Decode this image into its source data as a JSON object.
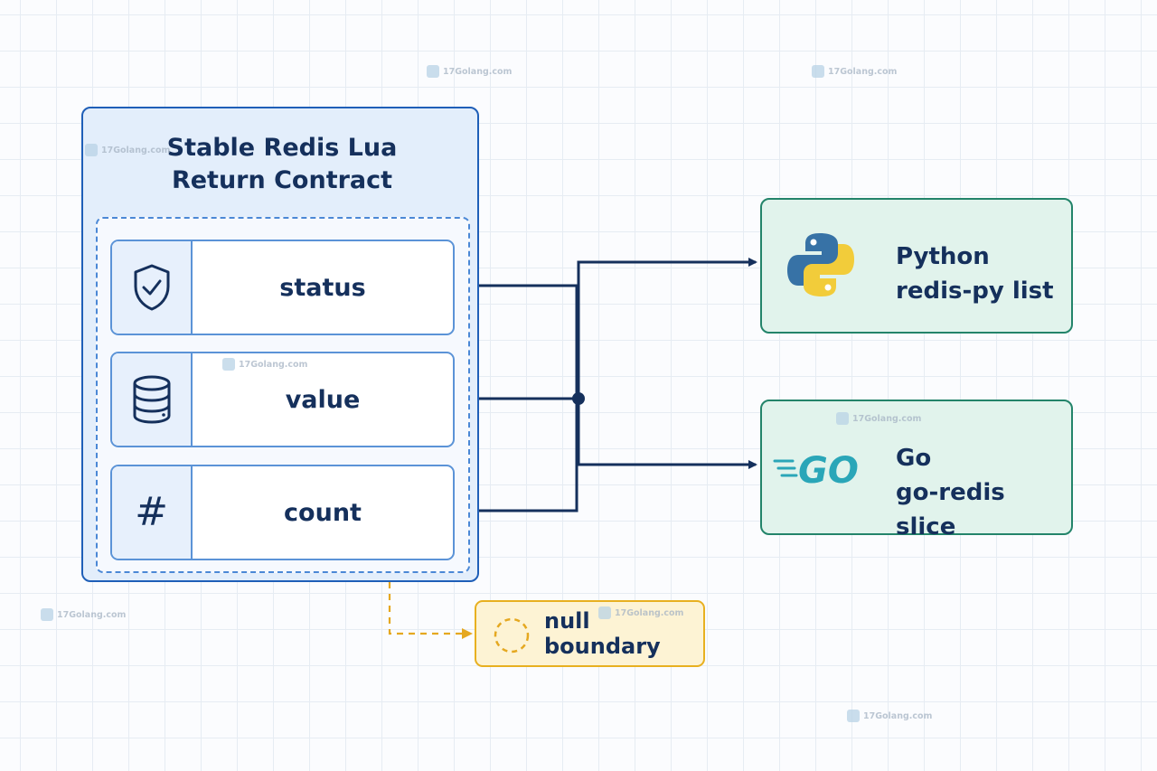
{
  "contract": {
    "title": "Stable Redis Lua\nReturn Contract",
    "fields": [
      {
        "label": "status",
        "icon": "shield-check-icon"
      },
      {
        "label": "value",
        "icon": "database-icon"
      },
      {
        "label": "count",
        "icon": "hash-icon",
        "glyph": "#"
      }
    ]
  },
  "targets": [
    {
      "line1": "Python",
      "line2": "redis-py list",
      "icon": "python-logo-icon"
    },
    {
      "line1": "Go",
      "line2": "go-redis slice",
      "icon": "go-logo-icon"
    }
  ],
  "null_boundary": {
    "label": "null boundary",
    "icon": "dashed-circle-icon"
  },
  "watermark_text": "17Golang.com",
  "colors": {
    "contract_fill": "#e3eefb",
    "contract_border": "#1f5fb8",
    "wire": "#15305c",
    "target_fill": "#e1f3ec",
    "target_border": "#23846a",
    "null_fill": "#fdf3d4",
    "null_border": "#e8b020",
    "null_wire": "#e5a820"
  }
}
